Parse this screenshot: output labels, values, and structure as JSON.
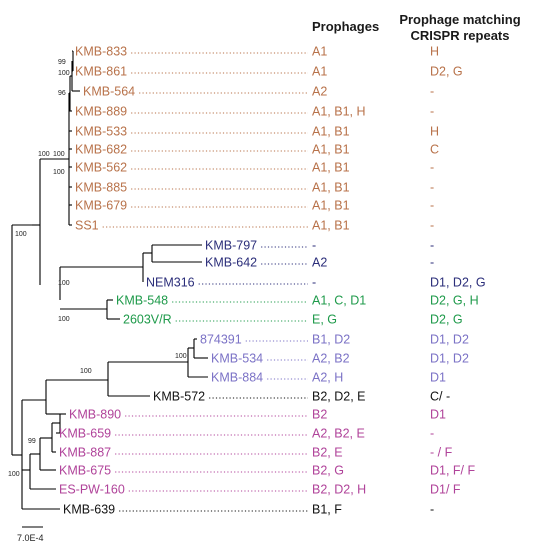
{
  "headers": {
    "prophages": "Prophages",
    "crispr_line1": "Prophage matching",
    "crispr_line2": "CRISPR repeats"
  },
  "colors": {
    "orange": "#b8724a",
    "navy": "#2b2e7a",
    "green": "#1e9a4a",
    "lavender": "#7b72c6",
    "magenta": "#b0439a",
    "black": "#111111"
  },
  "taxa": [
    {
      "name": "KMB-833",
      "prophages": "A1",
      "crispr": "H",
      "color": "orange"
    },
    {
      "name": "KMB-861",
      "prophages": "A1",
      "crispr": "D2, G",
      "color": "orange"
    },
    {
      "name": "KMB-564",
      "prophages": "A2",
      "crispr": "-",
      "color": "orange"
    },
    {
      "name": "KMB-889",
      "prophages": "A1, B1, H",
      "crispr": "-",
      "color": "orange"
    },
    {
      "name": "KMB-533",
      "prophages": "A1, B1",
      "crispr": "H",
      "color": "orange"
    },
    {
      "name": "KMB-682",
      "prophages": "A1, B1",
      "crispr": "C",
      "color": "orange"
    },
    {
      "name": "KMB-562",
      "prophages": "A1, B1",
      "crispr": "-",
      "color": "orange"
    },
    {
      "name": "KMB-885",
      "prophages": "A1, B1",
      "crispr": "-",
      "color": "orange"
    },
    {
      "name": "KMB-679",
      "prophages": "A1, B1",
      "crispr": "-",
      "color": "orange"
    },
    {
      "name": "SS1",
      "prophages": "A1, B1",
      "crispr": "-",
      "color": "orange"
    },
    {
      "name": "KMB-797",
      "prophages": "-",
      "crispr": "-",
      "color": "navy"
    },
    {
      "name": "KMB-642",
      "prophages": "A2",
      "crispr": "-",
      "color": "navy"
    },
    {
      "name": "NEM316",
      "prophages": "-",
      "crispr": "D1, D2, G",
      "color": "navy"
    },
    {
      "name": "KMB-548",
      "prophages": "A1, C, D1",
      "crispr": "D2, G, H",
      "color": "green"
    },
    {
      "name": "2603V/R",
      "prophages": "E, G",
      "crispr": "D2, G",
      "color": "green"
    },
    {
      "name": "874391",
      "prophages": "B1, D2",
      "crispr": "D1, D2",
      "color": "lavender"
    },
    {
      "name": "KMB-534",
      "prophages": "A2, B2",
      "crispr": "D1, D2",
      "color": "lavender"
    },
    {
      "name": "KMB-884",
      "prophages": "A2, H",
      "crispr": "D1",
      "color": "lavender"
    },
    {
      "name": "KMB-572",
      "prophages": "B2, D2, E",
      "crispr": "C/ -",
      "color": "black"
    },
    {
      "name": "KMB-890",
      "prophages": "B2",
      "crispr": "D1",
      "color": "magenta"
    },
    {
      "name": "KMB-659",
      "prophages": "A2, B2, E",
      "crispr": "-",
      "color": "magenta"
    },
    {
      "name": "KMB-887",
      "prophages": "B2, E",
      "crispr": "- / F",
      "color": "magenta"
    },
    {
      "name": "KMB-675",
      "prophages": "B2, G",
      "crispr": "D1, F/ F",
      "color": "magenta"
    },
    {
      "name": "ES-PW-160",
      "prophages": "B2, D2, H",
      "crispr": "D1/ F",
      "color": "magenta"
    },
    {
      "name": "KMB-639",
      "prophages": "B1, F",
      "crispr": "-",
      "color": "black"
    }
  ],
  "bootstraps": [
    "99",
    "100",
    "96",
    "100",
    "100",
    "100",
    "100",
    "100",
    "100",
    "100",
    "100",
    "99",
    "100"
  ],
  "scale_bar_label": "7.0E-4"
}
